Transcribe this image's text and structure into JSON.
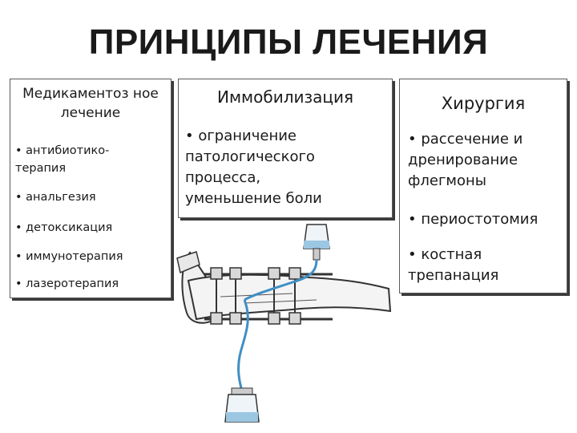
{
  "title": "ПРИНЦИПЫ ЛЕЧЕНИЯ",
  "columns": [
    {
      "heading": "Медикаментоз ное лечение",
      "items": [
        "• антибиотико-",
        "терапия",
        "• анальгезия",
        "• детоксикация",
        "• иммунотерапия",
        "• лазеротерапия"
      ]
    },
    {
      "heading": "Иммобилизация",
      "items": [
        "• ограничение",
        "патологического",
        "процесса,",
        "уменьшение боли"
      ]
    },
    {
      "heading": "Хирургия",
      "items": [
        "• рассечение и",
        "дренирование",
        "флегмоны",
        "• периостотомия",
        "• костная",
        "трепанация"
      ]
    }
  ],
  "illustration": "leg-with-external-fixator-and-drainage-icon",
  "colors": {
    "text": "#1a1a1a",
    "box_border": "#5a5a5a",
    "tube": "#3f8fc4",
    "background": "#ffffff"
  }
}
